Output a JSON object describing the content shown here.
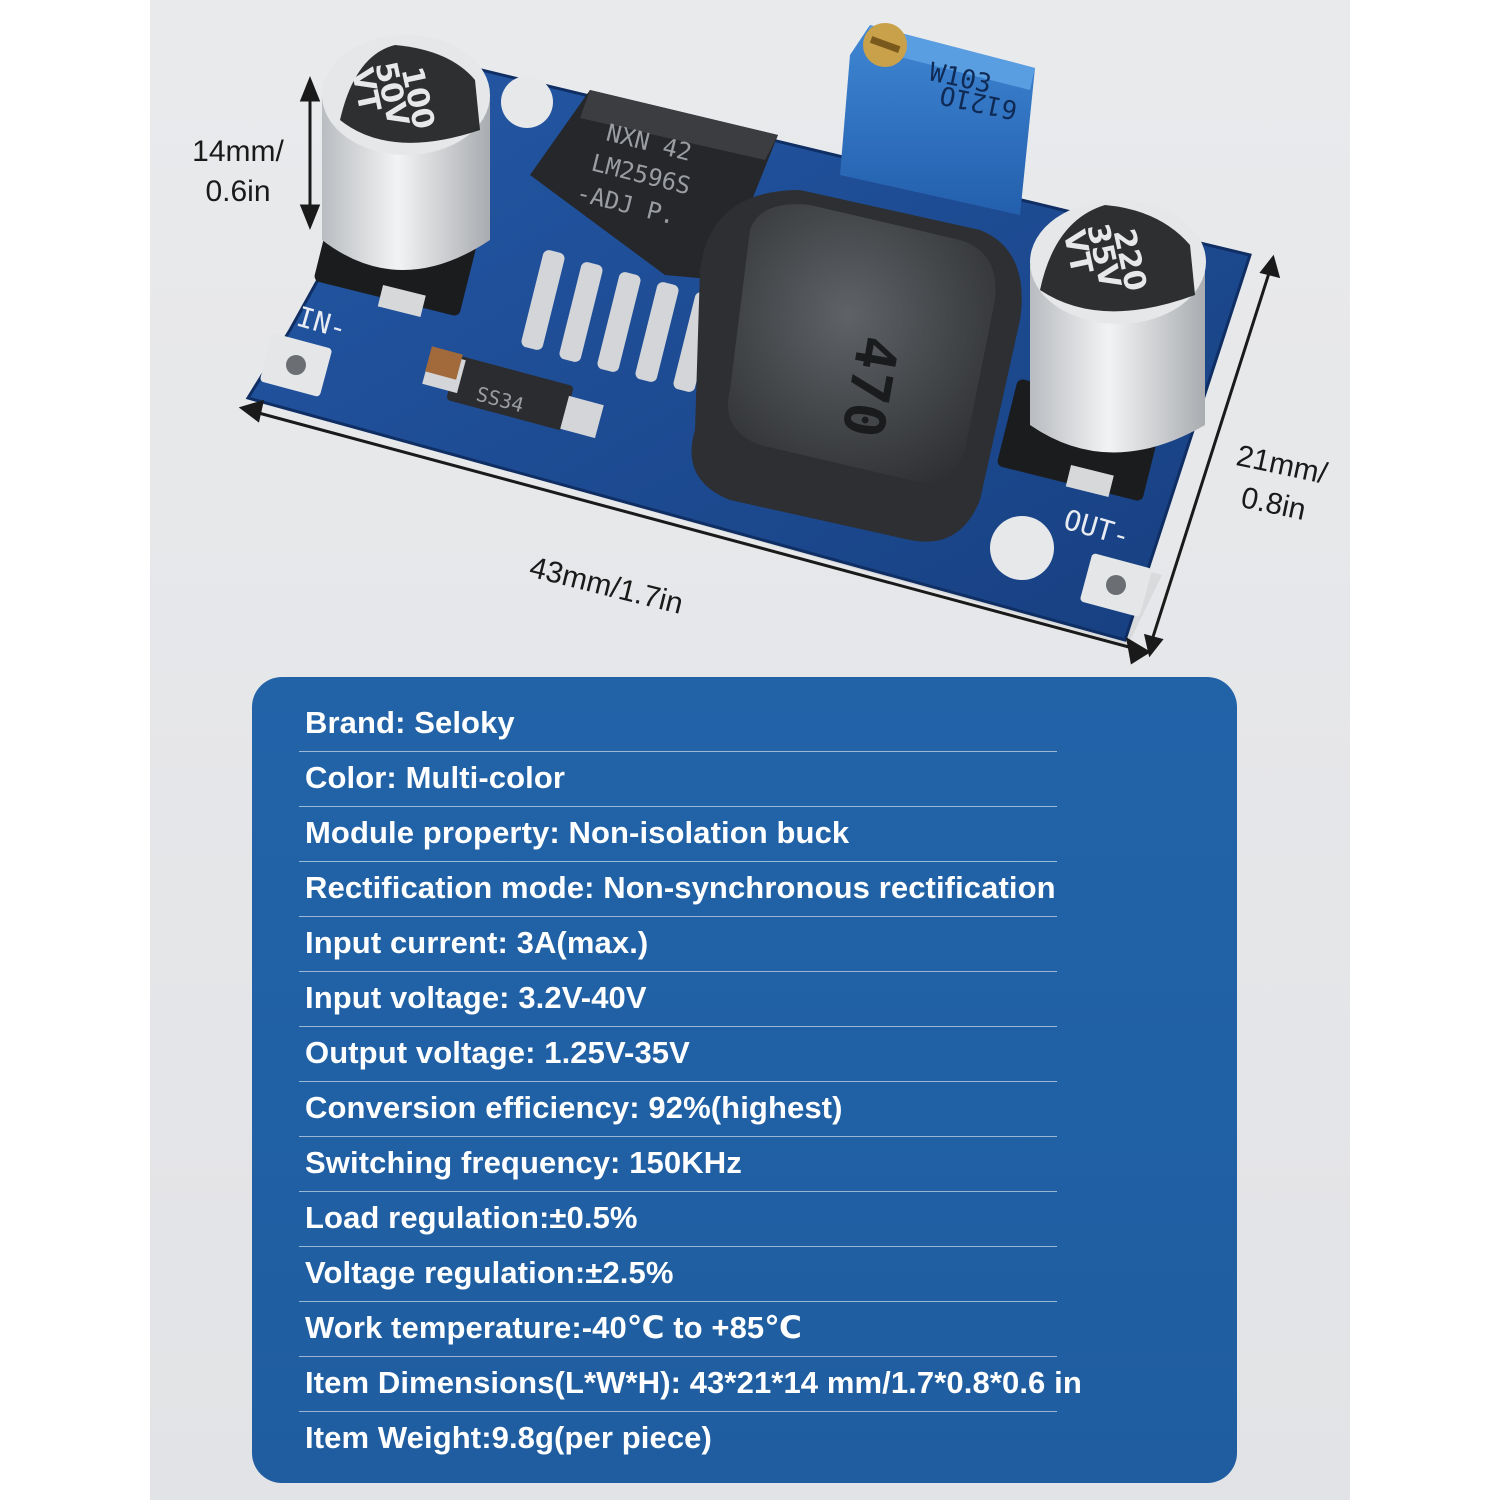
{
  "dimensions": {
    "height_label_line1": "14mm/",
    "height_label_line2": "0.6in",
    "length_label": "43mm/1.7in",
    "width_label_line1": "21mm/",
    "width_label_line2": "0.8in"
  },
  "board_markings": {
    "input_cap_line1": "100",
    "input_cap_line2": "50V",
    "input_cap_line3": "VT",
    "output_cap_line1": "220",
    "output_cap_line2": "35V",
    "output_cap_line3": "VT",
    "chip_line1": "NXN 42",
    "chip_line2": "LM2596S",
    "chip_line3": "-ADJ  P.",
    "inductor": "470",
    "potentiometer_line1": "W103",
    "potentiometer_line2": "6121O",
    "diode": "SS34",
    "in_minus": "IN-",
    "out_minus": "OUT-"
  },
  "specs": [
    "Brand: Seloky",
    "Color: Multi-color",
    "Module property: Non-isolation buck",
    "Rectification mode: Non-synchronous rectification",
    "Input current: 3A(max.)",
    "Input voltage: 3.2V-40V",
    "Output voltage: 1.25V-35V",
    "Conversion efficiency: 92%(highest)",
    "Switching frequency: 150KHz",
    "Load regulation:±0.5%",
    "Voltage regulation:±2.5%",
    "Work temperature:-40℃ to +85℃",
    "Item Dimensions(L*W*H): 43*21*14 mm/1.7*0.8*0.6 in",
    "Item Weight:9.8g(per piece)"
  ],
  "colors": {
    "pcb": "#1d4f97",
    "card": "#2263a8",
    "text": "#ffffff"
  }
}
